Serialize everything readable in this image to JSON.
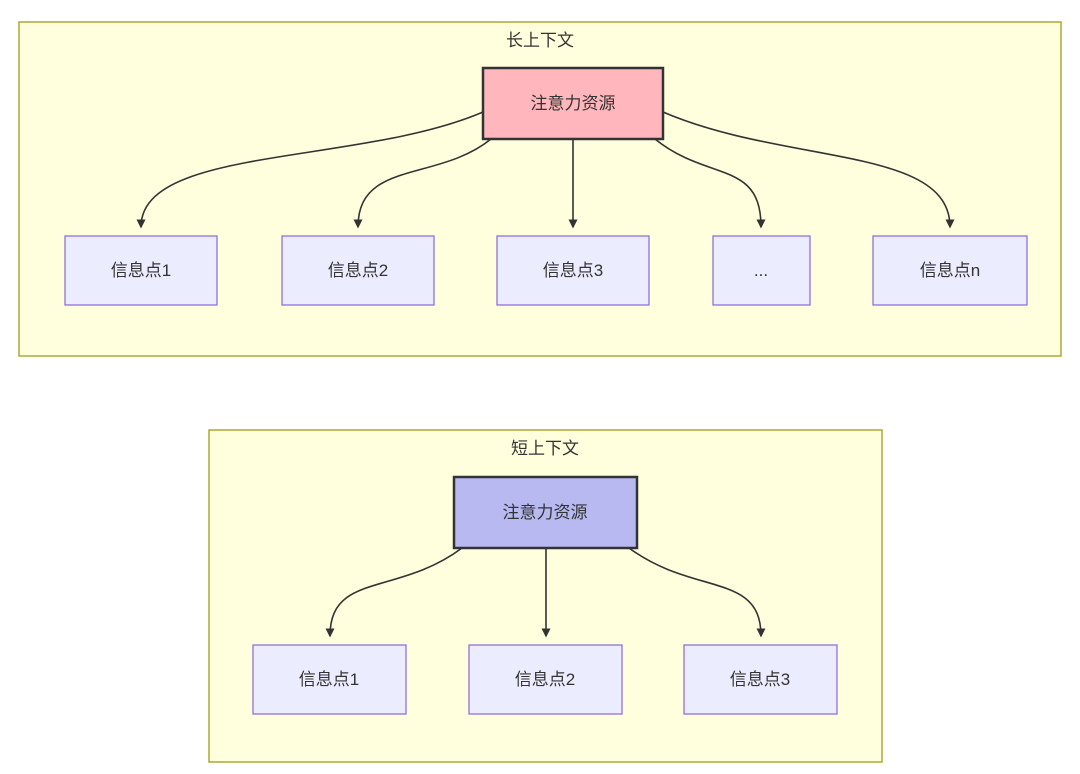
{
  "diagram": {
    "long_context": {
      "title": "长上下文",
      "root_label": "注意力资源",
      "nodes": [
        "信息点1",
        "信息点2",
        "信息点3",
        "...",
        "信息点n"
      ]
    },
    "short_context": {
      "title": "短上下文",
      "root_label": "注意力资源",
      "nodes": [
        "信息点1",
        "信息点2",
        "信息点3"
      ]
    },
    "colors": {
      "cluster_fill": "#ffffde",
      "cluster_border": "#aaaa33",
      "long_root_fill": "#ffb6bc",
      "short_root_fill": "#b9b9f2",
      "node_fill": "#ececff",
      "node_border": "#9370db",
      "edge_color": "#333333",
      "text_color": "#333333"
    }
  }
}
